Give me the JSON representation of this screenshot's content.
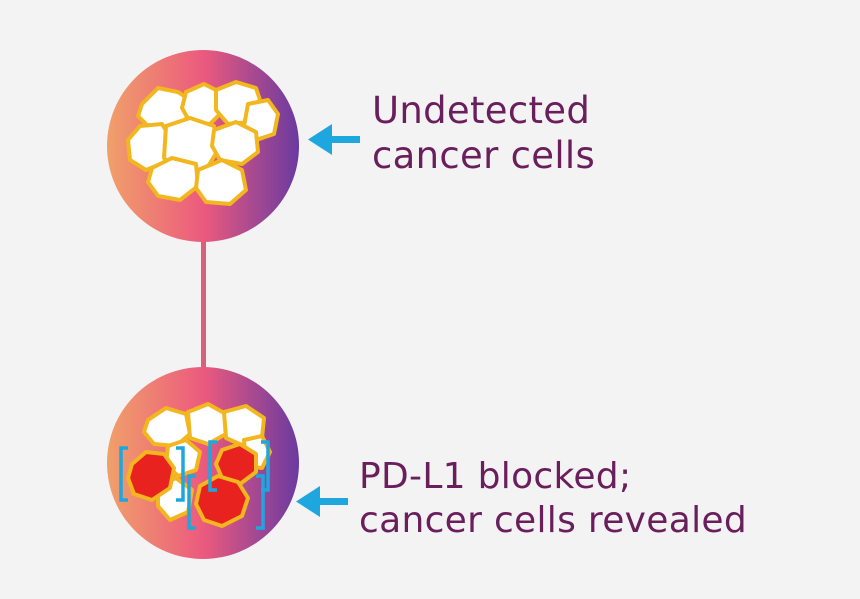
{
  "colors": {
    "background": "#f3f3f3",
    "gradient_left": "#f0a06a",
    "gradient_mid": "#ec5a7e",
    "gradient_right": "#6a3aa0",
    "connector": "#d9627a",
    "cell_fill": "#ffffff",
    "cell_outline": "#f2b61f",
    "revealed_cell_fill": "#e8231f",
    "bracket_color": "#1ea7df",
    "arrow_color": "#1ea7df",
    "text_color": "#6a1f5c"
  },
  "top_node": {
    "label_line1": "Undetected",
    "label_line2": "cancer cells",
    "arrow_icon": "arrow-left-icon"
  },
  "bottom_node": {
    "label_line1": "PD-L1 blocked;",
    "label_line2": "cancer cells revealed",
    "arrow_icon": "arrow-left-icon"
  }
}
